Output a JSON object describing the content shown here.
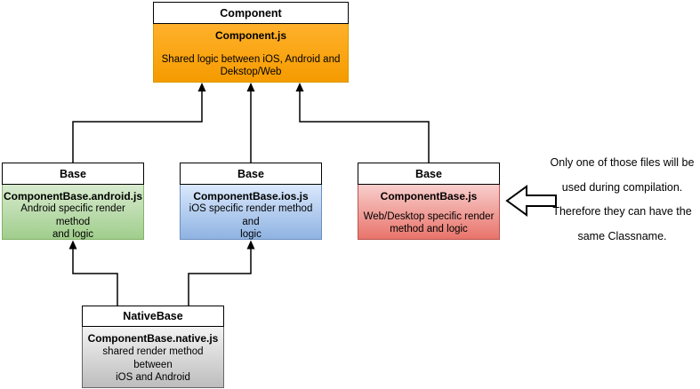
{
  "diagram": {
    "background": "#FFFFFF",
    "line_color": "#000000",
    "header_bg": "#FFFFFF",
    "nodes": [
      {
        "id": "component",
        "title": "Component",
        "file": "Component.js",
        "desc": "Shared logic between iOS, Android and\nDekstop/Web",
        "fill_top": "#FFB12B",
        "fill_bottom": "#F59B00",
        "border": "#D79B00"
      },
      {
        "id": "base-android",
        "title": "Base",
        "file": "ComponentBase.android.js",
        "desc": "Android specific render method\nand logic",
        "fill_top": "#D8EACF",
        "fill_bottom": "#A0CE8C",
        "border": "#82B366"
      },
      {
        "id": "base-ios",
        "title": "Base",
        "file": "ComponentBase.ios.js",
        "desc": "iOS specific render method and\nlogic",
        "fill_top": "#DAE8FC",
        "fill_bottom": "#8FB3E2",
        "border": "#6C8EBF"
      },
      {
        "id": "base-web",
        "title": "Base",
        "file": "ComponentBase.js",
        "desc": "Web/Desktop specific render\nmethod and logic",
        "fill_top": "#F8CECC",
        "fill_bottom": "#E8746B",
        "border": "#B85450"
      },
      {
        "id": "nativebase",
        "title": "NativeBase",
        "file": "ComponentBase.native.js",
        "desc": "shared render method between\niOS and Android",
        "fill_top": "#F3F3F3",
        "fill_bottom": "#BDBDBD",
        "border": "#666666"
      }
    ],
    "annotation": {
      "lines": [
        "Only one of those files will be",
        "used during compilation.",
        "Therefore they can have the",
        "same Classname."
      ]
    }
  }
}
